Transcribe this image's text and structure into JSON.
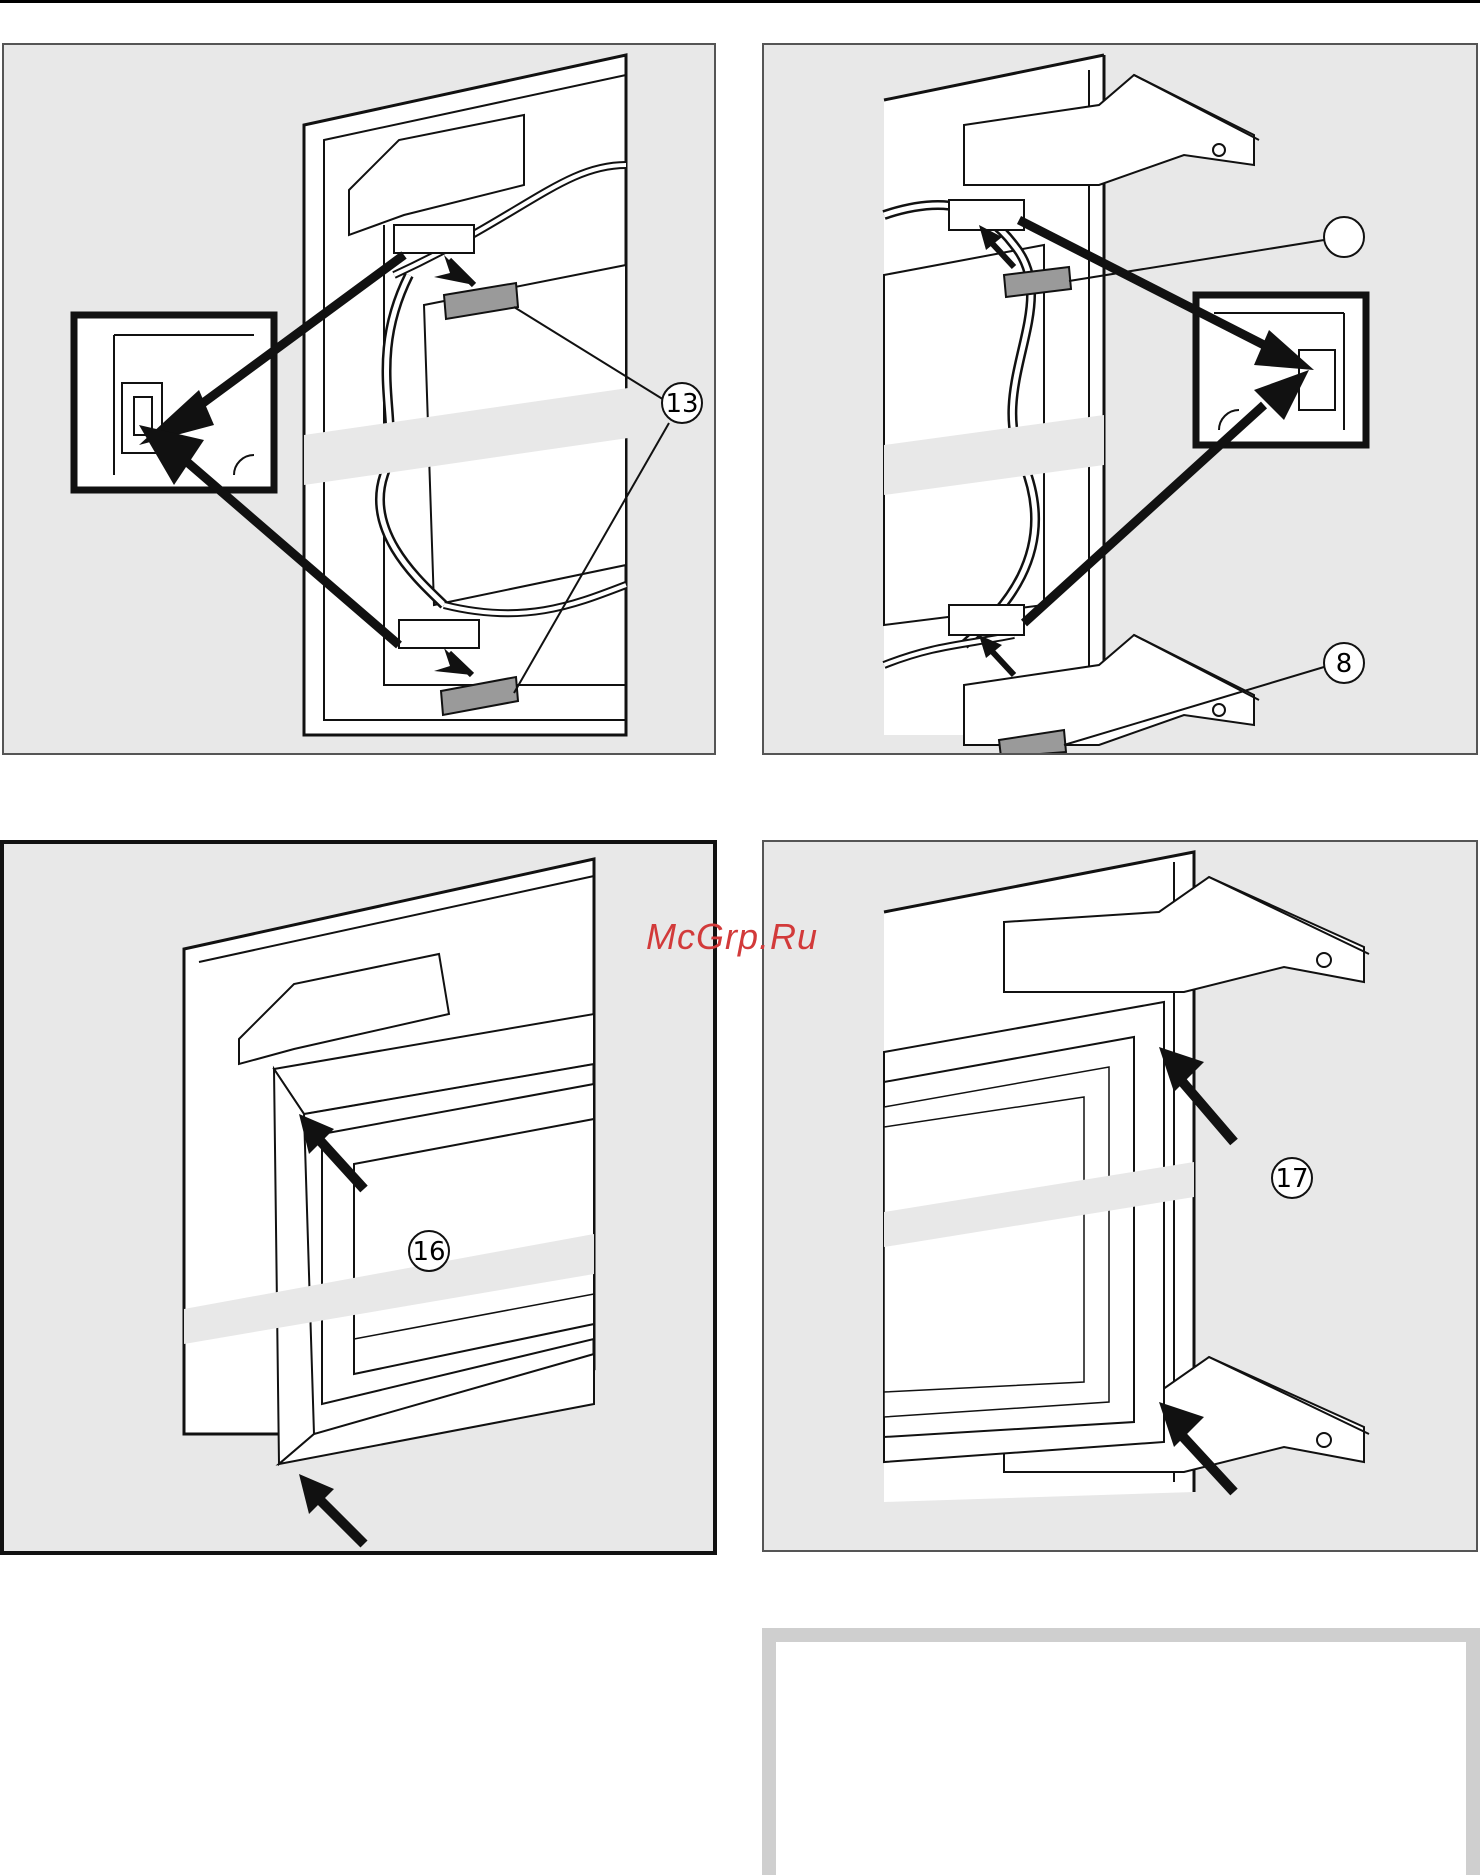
{
  "watermark": "McGrp.Ru",
  "panels": {
    "p1": {
      "callout": "13"
    },
    "p2": {
      "callout_top": "",
      "callout_bottom": "8"
    },
    "p3": {
      "callout": "16"
    },
    "p4": {
      "callout": "17"
    }
  },
  "colors": {
    "panel_bg": "#e8e8e8",
    "line": "#111111",
    "white": "#ffffff",
    "part_grey": "#9a9a9a",
    "watermark": "#d23a3a",
    "note_frame": "#cfcfcf"
  },
  "icons": [
    "arrow-icon",
    "door-frame-icon",
    "hinge-icon",
    "magnifier-inset-icon",
    "seal-gasket-icon"
  ]
}
